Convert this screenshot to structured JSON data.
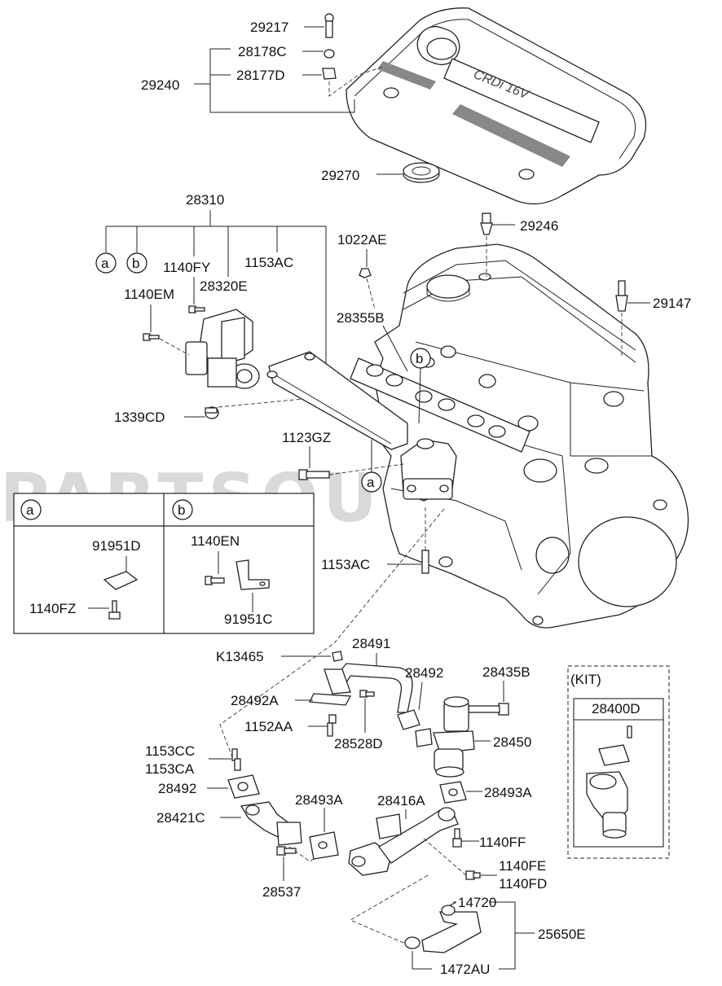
{
  "watermark": "PARTSOUQ.COM",
  "labels": {
    "p29217": "29217",
    "p28178C": "28178C",
    "p29240": "29240",
    "p28177D": "28177D",
    "p29270": "29270",
    "p28310": "28310",
    "p29246": "29246",
    "p1022AE": "1022AE",
    "p1140FY": "1140FY",
    "p1153AC_top": "1153AC",
    "p28320E": "28320E",
    "p1140EM": "1140EM",
    "p29147": "29147",
    "p28355B": "28355B",
    "p1339CD": "1339CD",
    "p1123GZ": "1123GZ",
    "p1153AC_mid": "1153AC",
    "p91951D": "91951D",
    "p1140FZ": "1140FZ",
    "p1140EN": "1140EN",
    "p91951C": "91951C",
    "pK13465": "K13465",
    "p28491": "28491",
    "p28492_top": "28492",
    "p28435B": "28435B",
    "p28492A": "28492A",
    "p1152AA": "1152AA",
    "p28528D": "28528D",
    "p28450": "28450",
    "p1153CC": "1153CC",
    "p1153CA": "1153CA",
    "p28492_left": "28492",
    "p28421C": "28421C",
    "p28493A_left": "28493A",
    "p28416A": "28416A",
    "p28493A_right": "28493A",
    "p1140FF": "1140FF",
    "p1140FE": "1140FE",
    "p1140FD": "1140FD",
    "p28537": "28537",
    "p14720": "14720",
    "p25650E": "25650E",
    "p1472AU": "1472AU",
    "kit_title": "(KIT)",
    "kit_part": "28400D"
  },
  "callouts": {
    "a": "a",
    "b": "b"
  }
}
